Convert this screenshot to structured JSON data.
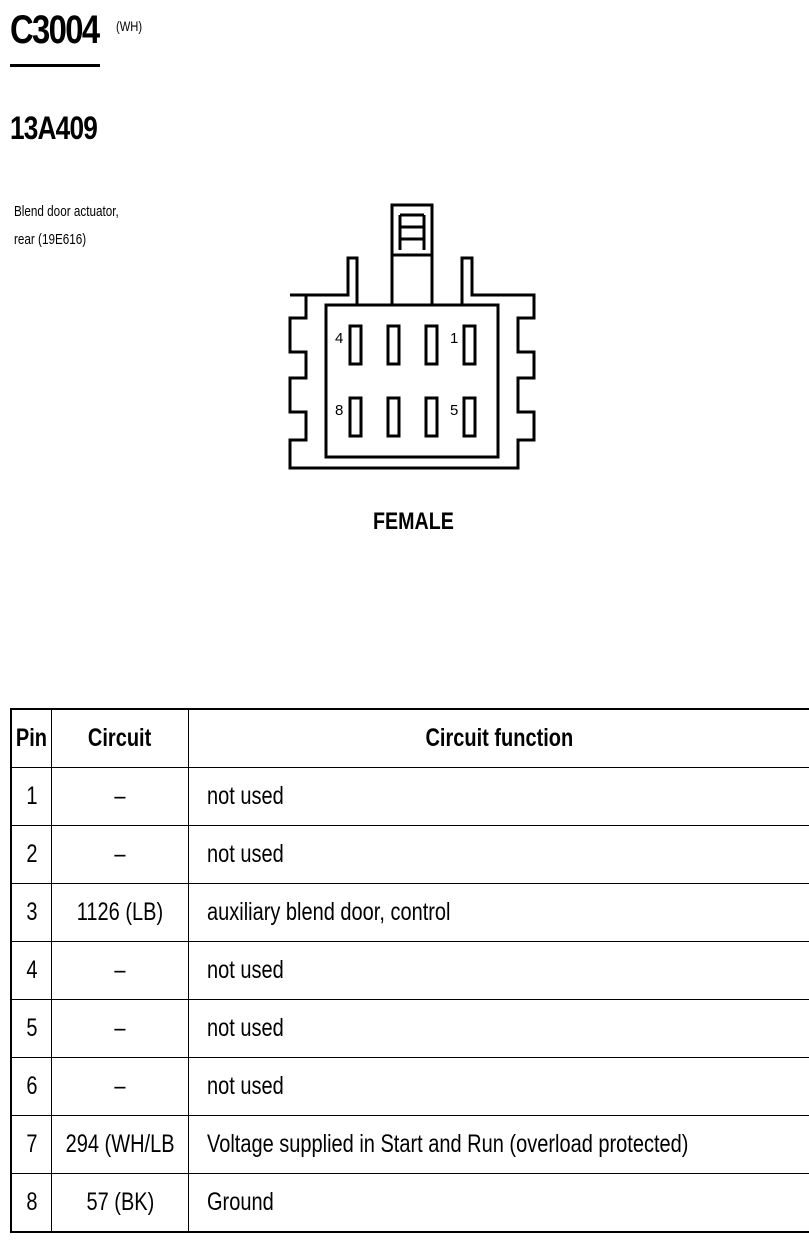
{
  "header": {
    "connector_code": "C3004",
    "connector_color": "(WH)",
    "part_number": "13A409",
    "description_line1": "Blend door actuator,",
    "description_line2": "rear (19E616)"
  },
  "diagram": {
    "view": "FEMALE",
    "pin_labels": [
      "4",
      "1",
      "8",
      "5"
    ]
  },
  "table": {
    "headers": [
      "Pin",
      "Circuit",
      "Circuit function"
    ],
    "rows": [
      {
        "pin": "1",
        "circuit": "–",
        "function": "not used"
      },
      {
        "pin": "2",
        "circuit": "–",
        "function": "not used"
      },
      {
        "pin": "3",
        "circuit": "1126 (LB)",
        "function": "auxiliary blend door, control"
      },
      {
        "pin": "4",
        "circuit": "–",
        "function": "not used"
      },
      {
        "pin": "5",
        "circuit": "–",
        "function": "not used"
      },
      {
        "pin": "6",
        "circuit": "–",
        "function": "not used"
      },
      {
        "pin": "7",
        "circuit": "294 (WH/LB",
        "function": "Voltage supplied in Start and Run (overload protected)"
      },
      {
        "pin": "8",
        "circuit": "57 (BK)",
        "function": "Ground"
      }
    ]
  }
}
